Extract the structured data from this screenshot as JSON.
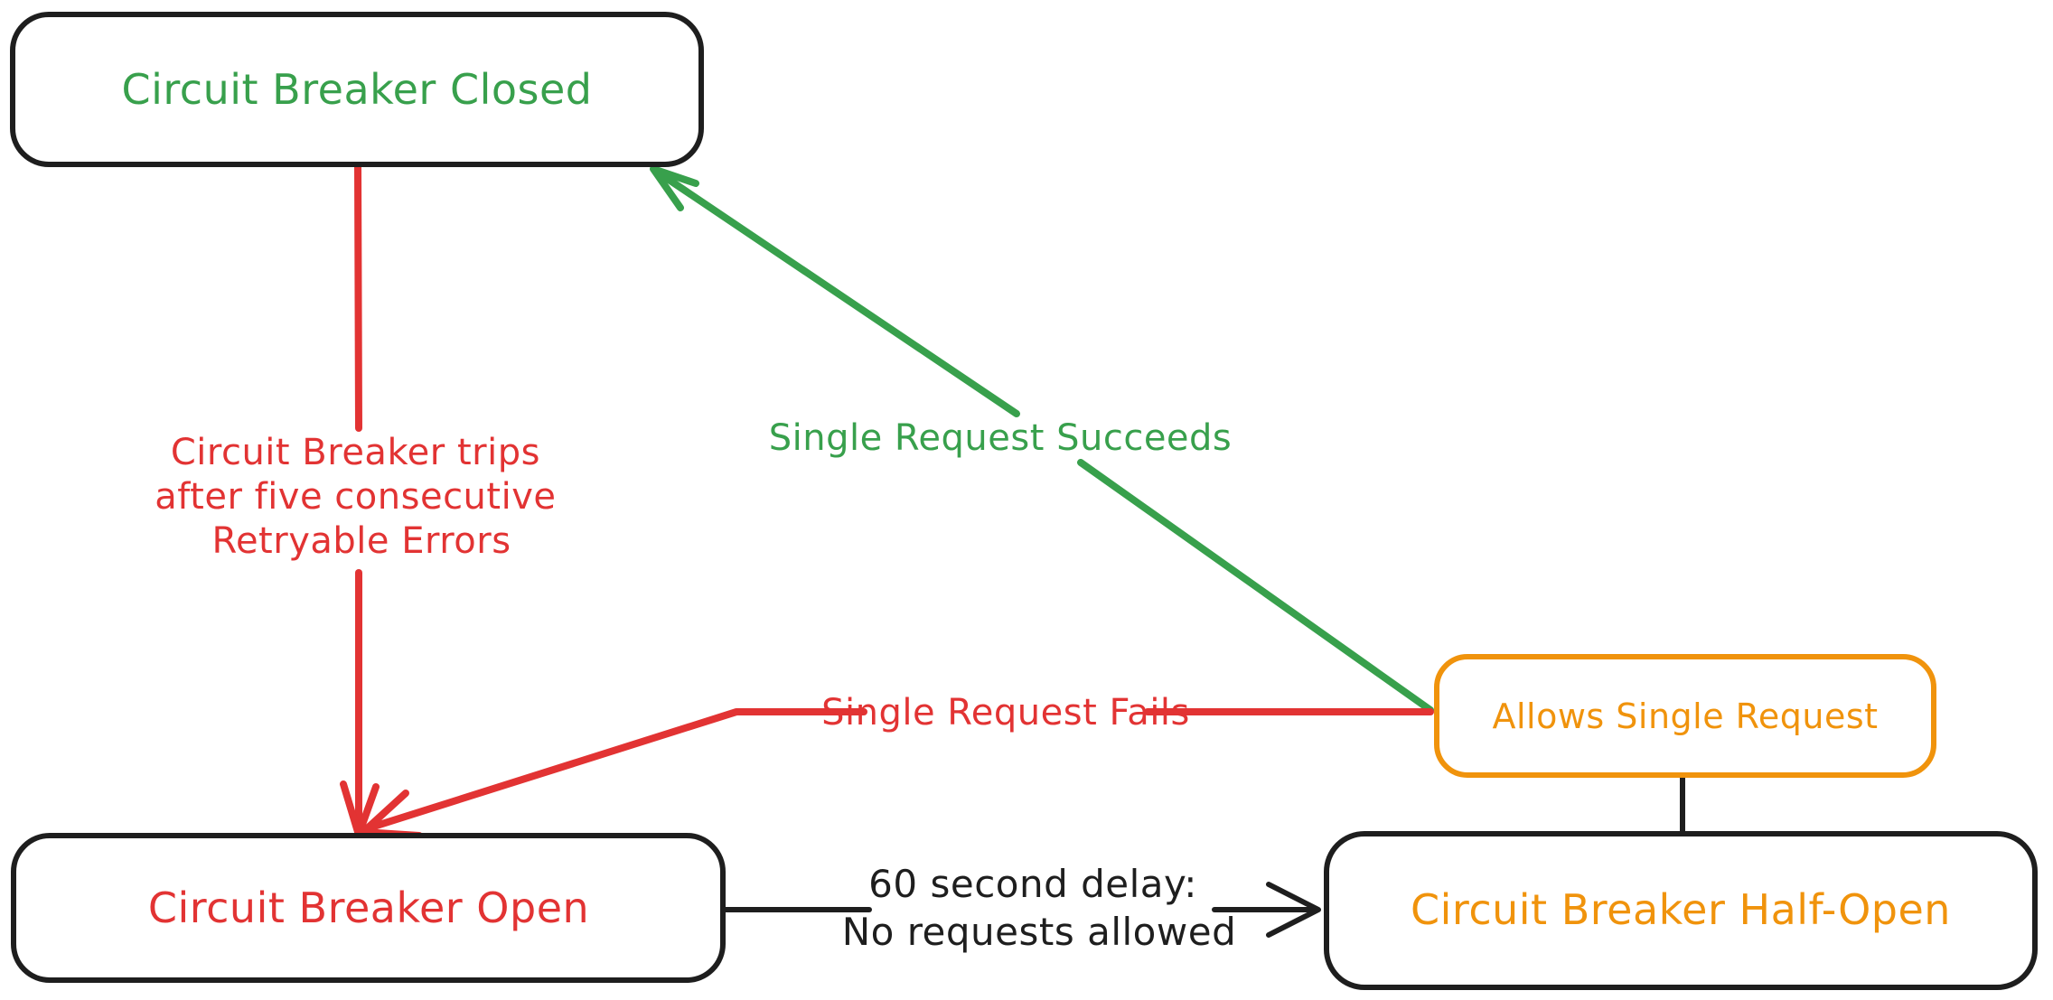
{
  "palette": {
    "green": "#38a04c",
    "red": "#e23333",
    "orange": "#f0930c",
    "ink": "#1e1e1e",
    "background": "#ffffff"
  },
  "nodes": {
    "closed": {
      "label": "Circuit Breaker Closed"
    },
    "open": {
      "label": "Circuit Breaker Open"
    },
    "half_open": {
      "label": "Circuit Breaker Half-Open"
    },
    "allows_single_request": {
      "label": "Allows Single Request"
    }
  },
  "edges": {
    "trip": {
      "label_lines": [
        "Circuit Breaker trips",
        "after five consecutive",
        "Retryable Errors"
      ]
    },
    "single_request_succeeds": {
      "label": "Single Request Succeeds"
    },
    "single_request_fails": {
      "label": "Single Request Fails"
    },
    "delay": {
      "label_lines": [
        "60 second delay:",
        "No requests allowed"
      ]
    }
  }
}
